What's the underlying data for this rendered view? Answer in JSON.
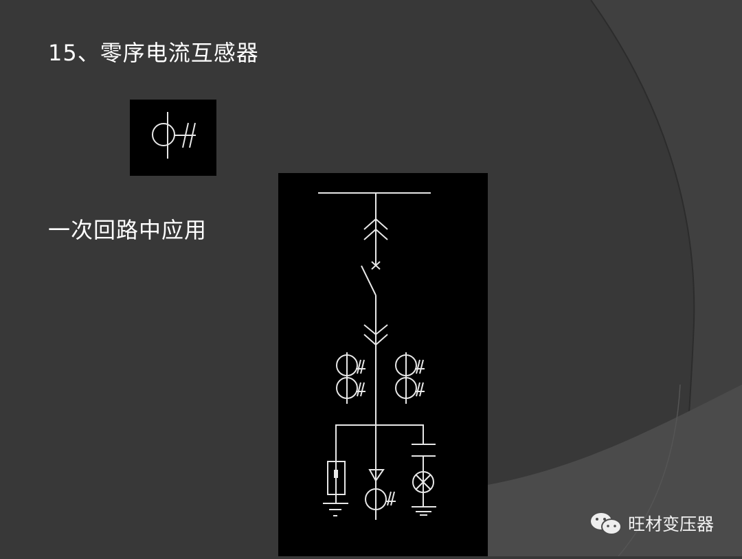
{
  "slide": {
    "title": "15、零序电流互感器",
    "subtitle": "一次回路中应用"
  },
  "watermark": {
    "icon": "wechat-icon",
    "text": "旺材变压器"
  },
  "colors": {
    "background": "#383838",
    "diagram_background": "#000000",
    "line": "#e8e8e8",
    "text": "#ffffff"
  }
}
